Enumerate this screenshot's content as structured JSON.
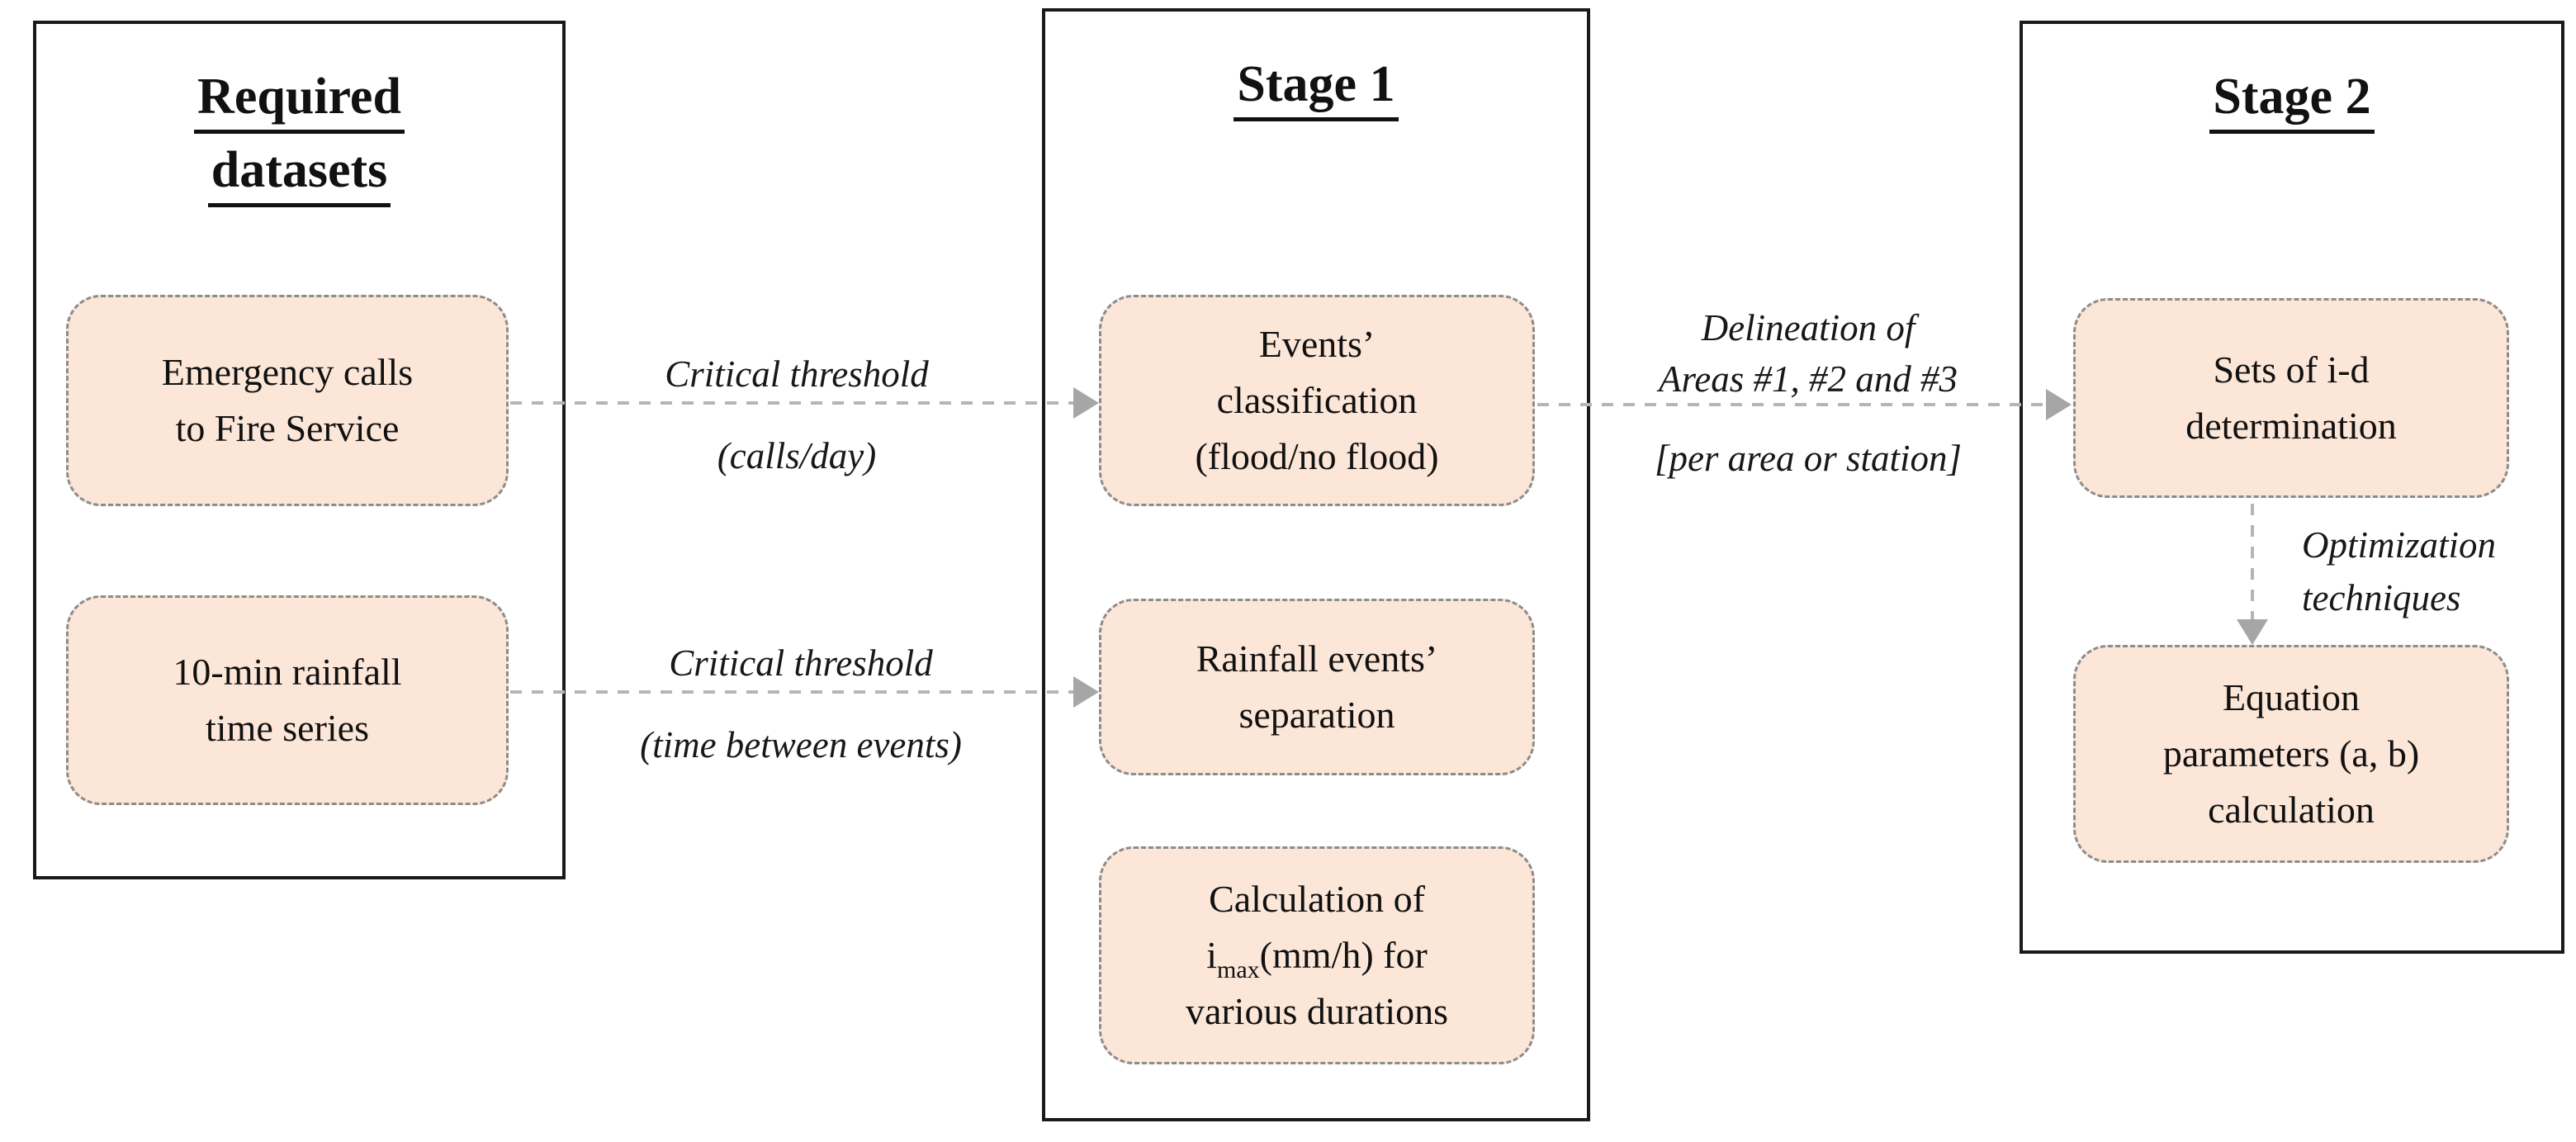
{
  "palette": {
    "background": "#ffffff",
    "node_fill": "#fbe6d8",
    "node_border": "#8c8c8c",
    "panel_border": "#1a1a1a",
    "arrow_line": "#b5b5b5",
    "arrowhead": "#a6a6a6",
    "text": "#111111"
  },
  "panels": {
    "datasets": {
      "title": "Required datasets",
      "title_lines": [
        "Required",
        "datasets"
      ],
      "boxes": [
        {
          "lines": [
            "Emergency calls",
            "to Fire Service"
          ]
        },
        {
          "lines": [
            "10-min rainfall",
            "time series"
          ]
        }
      ]
    },
    "stage1": {
      "title": "Stage 1",
      "boxes": [
        {
          "lines": [
            "Events’",
            "classification",
            "(flood/no flood)"
          ]
        },
        {
          "lines": [
            "Rainfall events’",
            "separation"
          ]
        },
        {
          "line1": "Calculation of",
          "formula_base": "i",
          "formula_sub": "max",
          "formula_rest": "(mm/h) for",
          "line3": "various durations"
        }
      ]
    },
    "stage2": {
      "title": "Stage 2",
      "boxes": [
        {
          "lines": [
            "Sets of i-d",
            "determination"
          ]
        },
        {
          "lines": [
            "Equation",
            "parameters (a, b)",
            "calculation"
          ]
        }
      ]
    }
  },
  "arrows": {
    "calls_threshold": {
      "label_lines": [
        "Critical threshold",
        "(calls/day)"
      ]
    },
    "rainfall_threshold": {
      "label_lines": [
        "Critical threshold",
        "(time between events)"
      ]
    },
    "delineation": {
      "label_lines": [
        "Delineation of",
        "Areas #1, #2 and #3",
        "[per area or station]"
      ]
    },
    "optimization": {
      "label_lines": [
        "Optimization",
        "techniques"
      ]
    }
  }
}
